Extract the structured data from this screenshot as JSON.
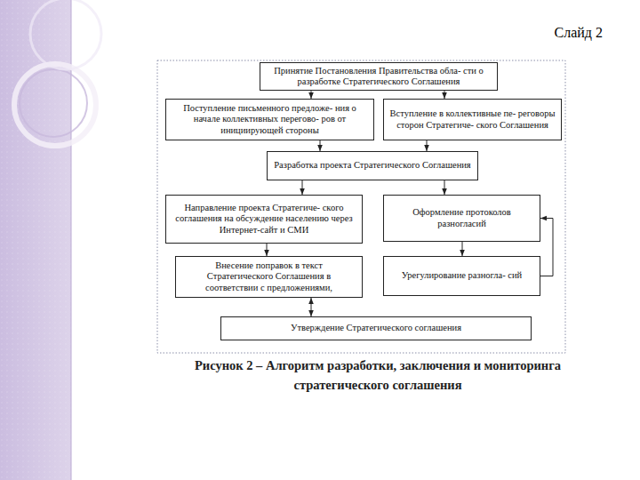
{
  "diagram": {
    "caption": "Рисунок 2 – Алгоритм разработки, заключения и мониторинга стратегического соглашения",
    "nodes": [
      {
        "text": [
          "Принятие Постановления Правительства обла- сти о разработке Стратегического Соглашения"
        ]
      },
      {
        "text": [
          "Поступление письменного предложе- ния о начале коллективных перегово- ров от инициирующей стороны"
        ]
      },
      {
        "text": [
          "Вступление в коллективные пе- реговоры сторон Стратегиче- ского Соглашения"
        ]
      },
      {
        "text": [
          "Разработка проекта Стратегического Соглашения"
        ]
      },
      {
        "text": [
          "Направление проекта Стратегиче- ского соглашения на обсуждение населению через Интернет-сайт и СМИ"
        ]
      },
      {
        "text": [
          "Оформление протоколов разногласий"
        ]
      },
      {
        "text": [
          "Внесение поправок в текст Стратегического Соглашения в соответствии с предложениями,"
        ]
      },
      {
        "text": [
          "Урегулирование разногла- сий"
        ]
      },
      {
        "text": [
          "Утверждение Стратегического соглашения"
        ]
      }
    ],
    "edges": [
      {
        "from": 0,
        "to": 1,
        "arrow": "to"
      },
      {
        "from": 0,
        "to": 2,
        "arrow": "to"
      },
      {
        "from": 1,
        "to": 3,
        "arrow": "to"
      },
      {
        "from": 2,
        "to": 3,
        "arrow": "to"
      },
      {
        "from": 3,
        "to": 4,
        "arrow": "to"
      },
      {
        "from": 3,
        "to": 5,
        "arrow": "to"
      },
      {
        "from": 4,
        "to": 6,
        "arrow": "to"
      },
      {
        "from": 5,
        "to": 7,
        "arrow": "to"
      },
      {
        "from": 7,
        "to": 5,
        "arrow": "to"
      },
      {
        "from": 6,
        "to": 8,
        "arrow": "both"
      }
    ],
    "labels": [
      "Слайд 2"
    ]
  }
}
